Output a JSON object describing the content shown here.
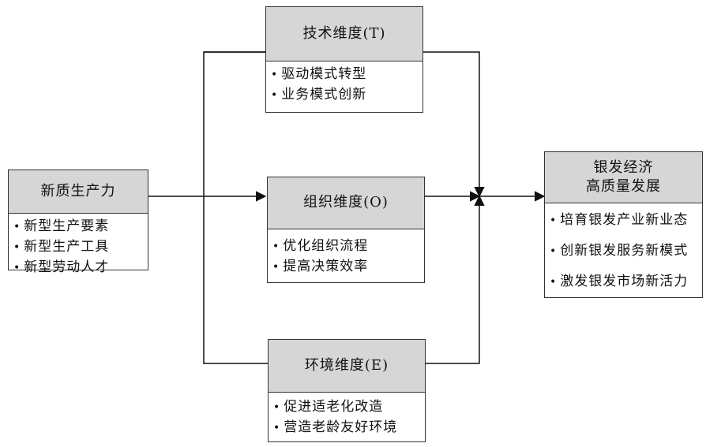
{
  "source": {
    "title": "新质生产力",
    "items": [
      "新型生产要素",
      "新型生产工具",
      "新型劳动人才"
    ]
  },
  "dimensions": [
    {
      "title": "技术维度(T)",
      "items": [
        "驱动模式转型",
        "业务模式创新"
      ]
    },
    {
      "title": "组织维度(O)",
      "items": [
        "优化组织流程",
        "提高决策效率"
      ]
    },
    {
      "title": "环境维度(E)",
      "items": [
        "促进适老化改造",
        "营造老龄友好环境"
      ]
    }
  ],
  "target": {
    "title_line1": "银发经济",
    "title_line2": "高质量发展",
    "items": [
      "培育银发产业新业态",
      "创新银发服务新模式",
      "激发银发市场新活力"
    ]
  }
}
